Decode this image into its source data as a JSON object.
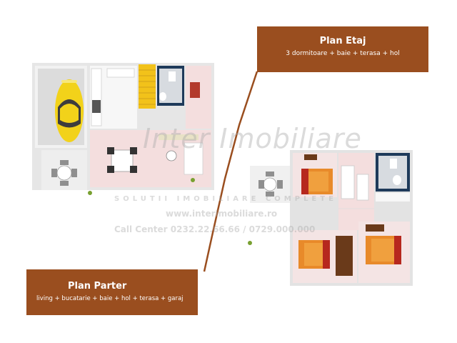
{
  "etaj": {
    "title": "Plan Etaj",
    "subtitle": "3 dormitoare + baie + terasa + hol"
  },
  "parter": {
    "title": "Plan Parter",
    "subtitle": "living + bucatarie + baie + hol + terasa + garaj"
  },
  "watermark": {
    "brand": "Inter Imobiliare",
    "tagline": "SOLUTII IMOBILIARE COMPLETE",
    "url": "www.interimobiliare.ro",
    "phone": "Call Center 0232.22.66.66 / 0729.000.000"
  },
  "colors": {
    "label_bg": "#9a4e1f",
    "divider": "#9a4e1f",
    "car": "#f2d21a",
    "floor_tile": "#f4dede",
    "bed_orange": "#e88a2a",
    "bed_red": "#b6281e",
    "wall": "#d9d9d9"
  }
}
